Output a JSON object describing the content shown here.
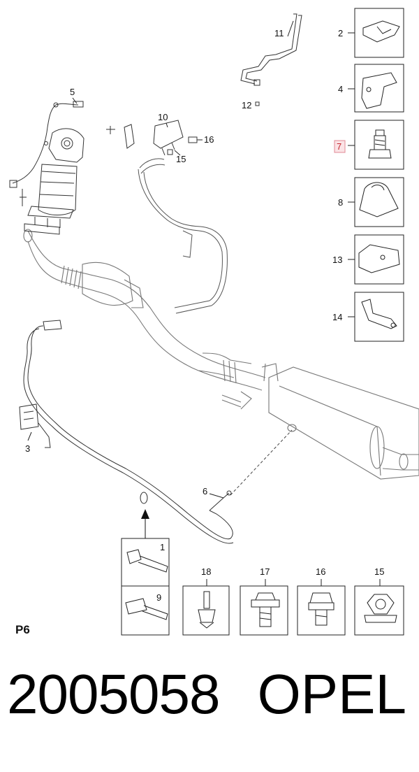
{
  "diagram": {
    "section_label": "P6",
    "callouts": {
      "c1": "1",
      "c2": "2",
      "c3": "3",
      "c4": "4",
      "c5": "5",
      "c6": "6",
      "c7": "7",
      "c8": "8",
      "c9": "9",
      "c10": "10",
      "c11": "11",
      "c12": "12",
      "c13": "13",
      "c14": "14",
      "c15": "15",
      "c16": "16",
      "c15b": "15",
      "c16b": "16",
      "c17": "17",
      "c18": "18"
    },
    "highlight_color": "#c4262e"
  },
  "footer": {
    "part_number": "2005058",
    "brand": "OPEL"
  }
}
